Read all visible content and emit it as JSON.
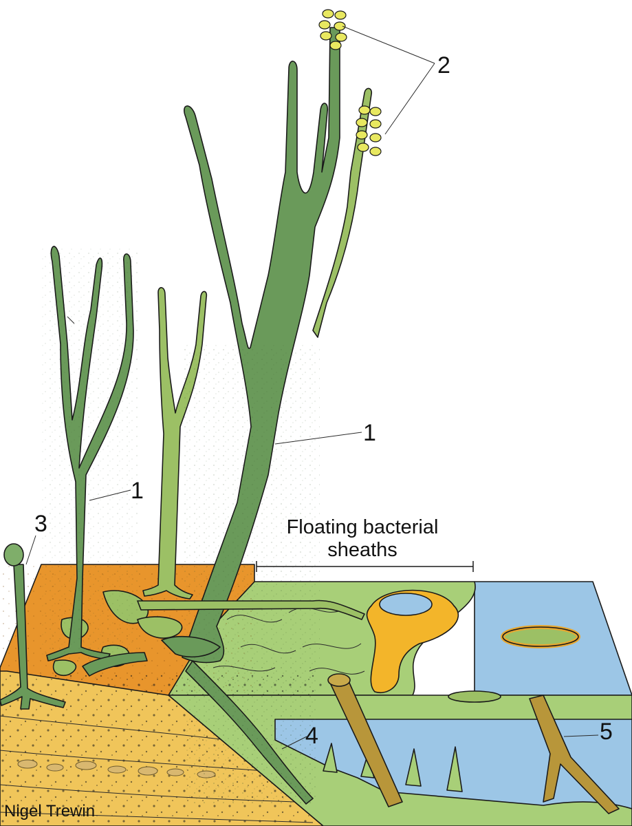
{
  "labels": {
    "axis_1a": "1",
    "axis_1b": "1",
    "sporangia_2": "2",
    "plant_3": "3",
    "rhizome_4": "4",
    "root_5": "5"
  },
  "caption": {
    "line1": "Floating bacterial",
    "line2": "sheaths"
  },
  "credit": "Nigel Trewin",
  "colors": {
    "dark_green": "#6a9a5a",
    "light_green": "#9cc065",
    "pale_green": "#a8cf78",
    "orange": "#e8952c",
    "yellow_sand": "#f0c55a",
    "water": "#9cc6e6",
    "sporangia": "#e8e860",
    "brown_stem": "#b8963a"
  }
}
